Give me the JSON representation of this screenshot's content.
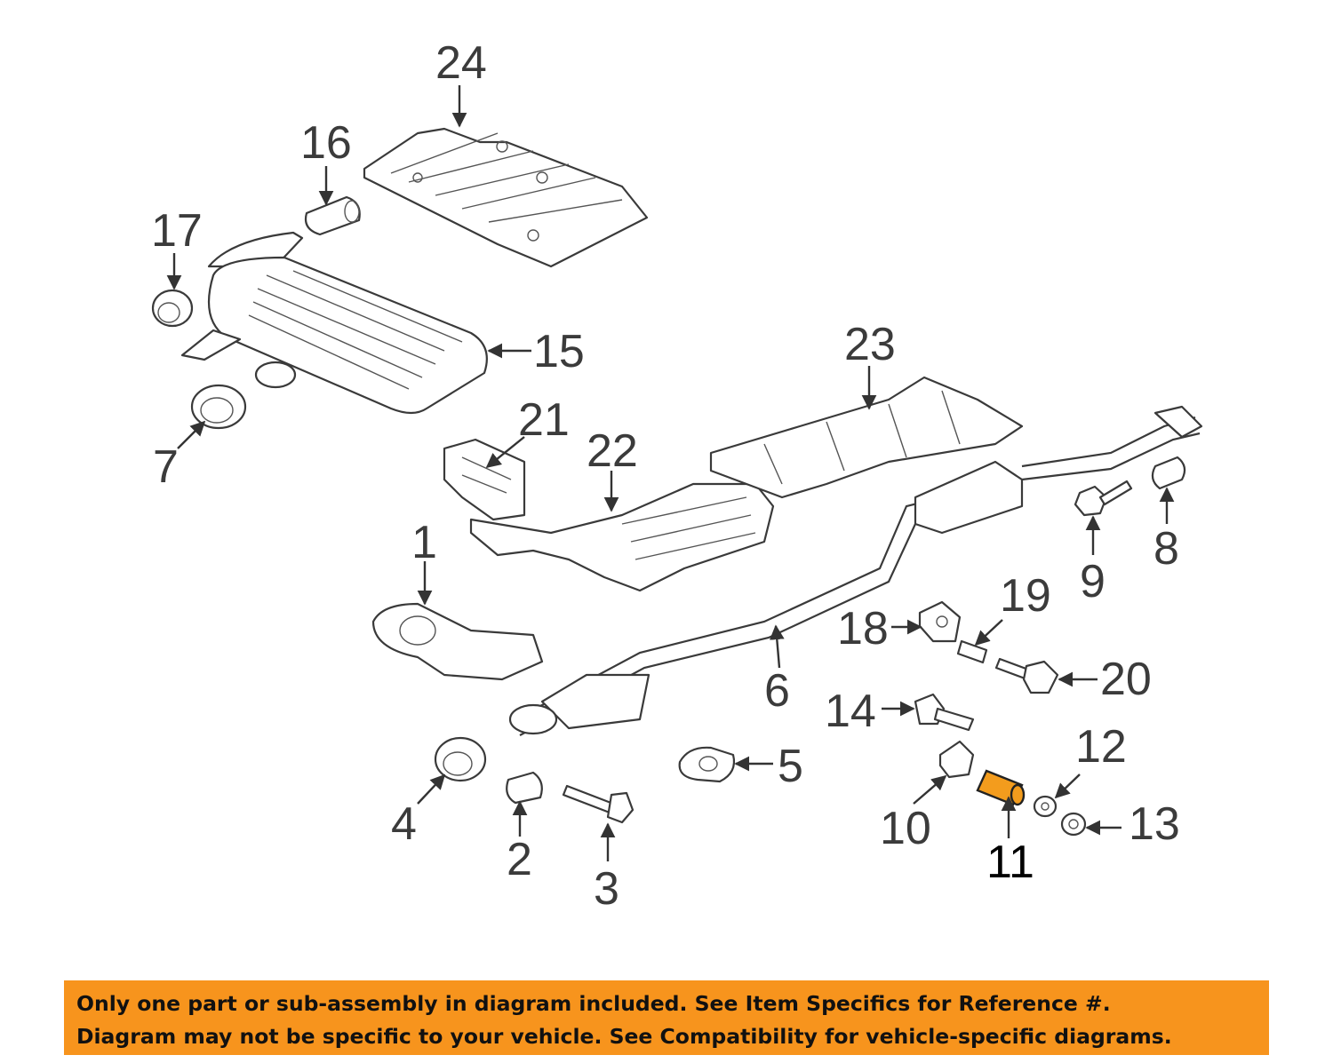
{
  "diagram": {
    "highlighted_callout": "11",
    "highlight_color": "#f39c1d",
    "callouts": [
      "1",
      "2",
      "3",
      "4",
      "5",
      "6",
      "7",
      "8",
      "9",
      "10",
      "11",
      "12",
      "13",
      "14",
      "15",
      "16",
      "17",
      "18",
      "19",
      "20",
      "21",
      "22",
      "23",
      "24"
    ]
  },
  "disclaimer": {
    "background": "#f7941d",
    "line1": "Only one part or sub-assembly in diagram included. See Item Specifics for Reference #.",
    "line2": "Diagram may not be specific to your vehicle. See Compatibility for vehicle-specific diagrams."
  }
}
